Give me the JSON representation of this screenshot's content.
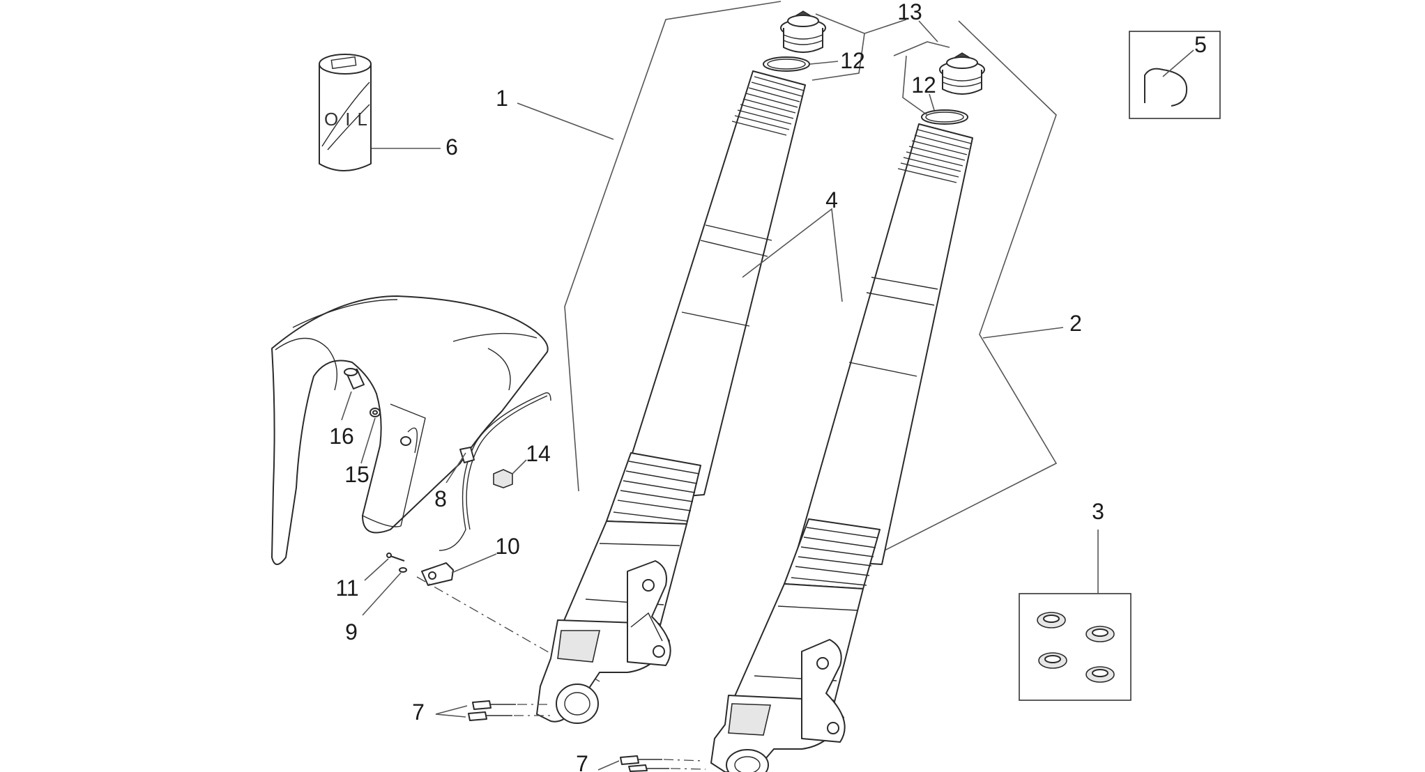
{
  "diagram": {
    "callouts": [
      "1",
      "2",
      "3",
      "4",
      "5",
      "6",
      "7",
      "7",
      "8",
      "9",
      "10",
      "11",
      "12",
      "12",
      "13",
      "14",
      "15",
      "16"
    ],
    "container_label": "OIL"
  }
}
